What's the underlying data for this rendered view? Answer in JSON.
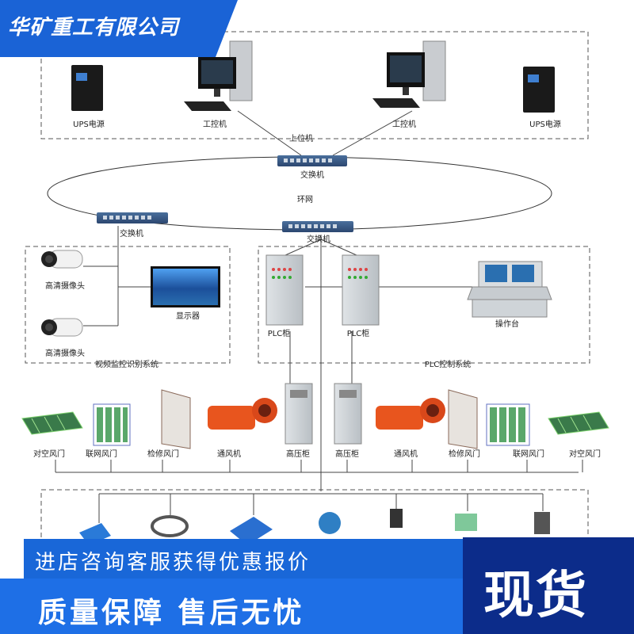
{
  "header": {
    "company": "华矿重工有限公司",
    "bg_color": "#1a63d6"
  },
  "top_group": {
    "ups_left": "UPS电源",
    "pc_left": "工控机",
    "pc_right": "工控机",
    "ups_right": "UPS电源",
    "caption": "上位机"
  },
  "network": {
    "top_switch": "交换机",
    "ring": "环网",
    "left_switch": "交换机",
    "center_switch": "交换机"
  },
  "video_system": {
    "camera_1": "高清摄像头",
    "camera_2": "高清摄像头",
    "monitor": "显示器",
    "caption": "视频监控识别系统"
  },
  "plc_system": {
    "plc_1": "PLC柜",
    "plc_2": "PLC柜",
    "console": "操作台",
    "caption": "PLC控制系统"
  },
  "equipment": [
    "对空风门",
    "联网风门",
    "检修风门",
    "通风机",
    "高压柜",
    "高压柜",
    "通风机",
    "检修风门",
    "联网风门",
    "对空风门"
  ],
  "promo": "进店咨询客服获得优惠报价",
  "bottom": {
    "slogan": "质量保障  售后无忧",
    "stock": "现货"
  },
  "colors": {
    "accent": "#1e6fe6",
    "dark_accent": "#0c2c8a",
    "fan_orange": "#e8551e"
  }
}
